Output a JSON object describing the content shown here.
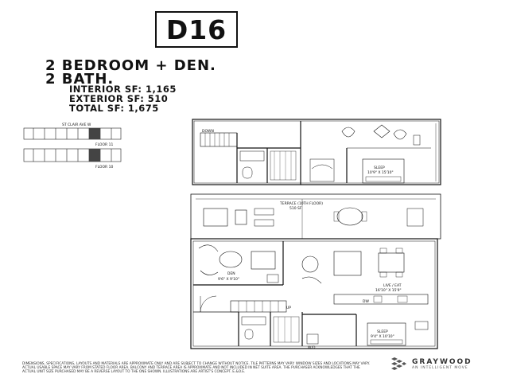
{
  "unit": {
    "code": "D16"
  },
  "heading": {
    "line1": "2 BEDROOM + DEN.",
    "line2": "2 BATH."
  },
  "specs": {
    "interior": "INTERIOR SF: 1,165",
    "exterior": "EXTERIOR SF: 510",
    "total": "TOTAL SF: 1,675"
  },
  "keyplan": {
    "street": "ST CLAIR AVE W",
    "floor_upper": "FLOOR 11",
    "floor_lower": "FLOOR 10"
  },
  "upper_floor": {
    "stair_label": "DOWN",
    "bedroom_name": "SLEEP",
    "bedroom_size": "10'9\" X 15'10\""
  },
  "lower_floor": {
    "terrace_name": "TERRACE (10TH FLOOR)",
    "terrace_size": "510 SF",
    "den_name": "DEN",
    "den_size": "9'6\" X 9'10\"",
    "living_name": "LIVE / EAT",
    "living_size": "16'10\" X 15'9\"",
    "stair_label": "UP",
    "dw_label": "DW",
    "laundry_label": "W/D",
    "bedroom_name": "SLEEP",
    "bedroom_size": "9'4\" X 10'10\""
  },
  "disclaimer": "Dimensions, specifications, layouts and materials are approximate only and are subject to change without notice. Tile patterns may vary. Window sizes and locations may vary. Actual usable space may vary from stated floor area. Balcony and terrace area is approximate and not included in net suite area. The purchaser acknowledges that the actual unit size purchased may be a reverse layout to the one shown. Illustrations are artist's concept. E.&O.E.",
  "brand": {
    "name": "GRAYWOOD",
    "tagline": "AN INTELLIGENT MOVE"
  }
}
